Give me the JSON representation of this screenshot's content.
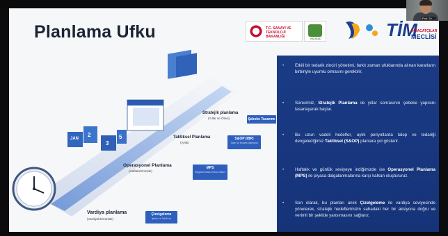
{
  "slide": {
    "title": "Planlama Ufku"
  },
  "logos": {
    "ministry_text": "T.C. SANAYİ VE TEKNOLOJİ BAKANLIĞI",
    "green_logo_text": "MÜSİAD",
    "tim_big": "TİM",
    "tim_sub1": "İHRACATÇILAR",
    "tim_sub2": "MECLİSİ"
  },
  "webcam": {
    "name": "Prof. Dr. ..."
  },
  "roadmap": {
    "strategic": {
      "title": "Stratejik planlama",
      "sub": "(Yıllar ve Ötesi)",
      "tag_title": "Şebeke Tasarımı",
      "tag_sub": ""
    },
    "tactical": {
      "title": "Taktiksel Planlama",
      "sub": "(Aylık)",
      "tag_title": "S&OP (IBP)",
      "tag_sub": "Talep ve tedarik planlama"
    },
    "operational": {
      "title": "Operasyonel Planlama",
      "sub": "(Haftalık/Günlük)",
      "tag_title": "MPS",
      "tag_sub": "Dalgalanmalara karşı kalkan"
    },
    "shift": {
      "title": "Vardiya planlama",
      "sub": "(Vardiyalık/Günlük)",
      "tag_title": "Çizelgeleme",
      "tag_sub": "İşlerin ve Takibi ve"
    },
    "calendar": {
      "month": "JAN",
      "d1": "2",
      "d2": "3",
      "d3": "5"
    }
  },
  "bullets": [
    {
      "parts": [
        {
          "t": "Etkili bir tedarik zinciri yönetimi, farklı zaman ufuklarında alınan kararların birbiriyle uyumlu olmasını gerektirir.",
          "b": false
        }
      ]
    },
    {
      "parts": [
        {
          "t": "Sürecimiz, ",
          "b": false
        },
        {
          "t": "Stratejik Planlama",
          "b": true
        },
        {
          "t": " ile yıllar sonrasının şebeke yapısını tasarlayarak başlar.",
          "b": false
        }
      ]
    },
    {
      "parts": [
        {
          "t": "Bu uzun vadeli hedefler, aylık periyotlarda talep ve tedariği dengelediğimiz ",
          "b": false
        },
        {
          "t": "Taktiksel (S&OP)",
          "b": true
        },
        {
          "t": " planlara yol gösterir.",
          "b": false
        }
      ]
    },
    {
      "parts": [
        {
          "t": "Haftalık ve günlük seviyeye indiğimizde ise ",
          "b": false
        },
        {
          "t": "Operasyonel Planlama (MPS)",
          "b": true
        },
        {
          "t": " ile piyasa dalgalanmalarına karşı kalkan oluştururuz.",
          "b": false
        }
      ]
    },
    {
      "parts": [
        {
          "t": "Son olarak, bu planları anlık ",
          "b": false
        },
        {
          "t": "Çizelgeleme",
          "b": true
        },
        {
          "t": " ile vardiya seviyesinde yöneterek, stratejik hedeflerimizin sahadaki her bir aksiyona doğru ve verimli bir şekilde yansımasını sağlarız.",
          "b": false
        }
      ]
    }
  ],
  "colors": {
    "panel": "#17347a",
    "tag": "#2e5fbd",
    "title": "#1b2333"
  }
}
